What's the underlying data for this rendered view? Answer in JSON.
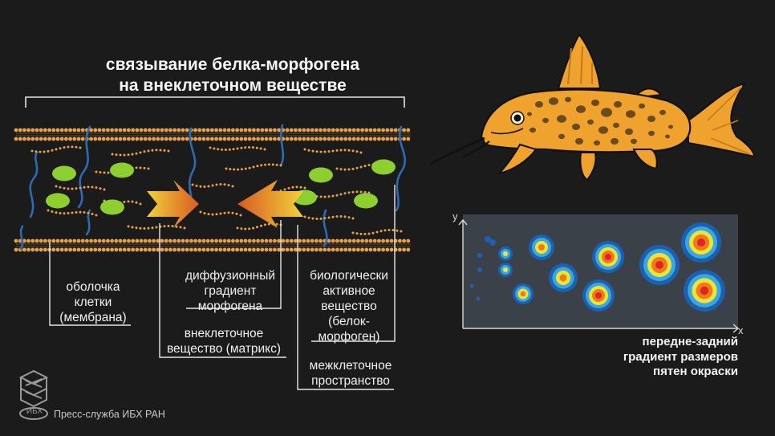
{
  "title_line1": "связывание белка-морфогена",
  "title_line2": "на внеклеточном веществе",
  "labels": {
    "membrane": [
      "оболочка",
      "клетки",
      "(мембрана)"
    ],
    "gradient": [
      "диффузионный",
      "градиент",
      "морфогена"
    ],
    "matrix": [
      "внеклеточное",
      "вещество (матрикс)"
    ],
    "bioactive": [
      "биологически",
      "активное",
      "вещество",
      "(белок-",
      "морфоген)"
    ],
    "intercellular": [
      "межклеточное",
      "пространство"
    ]
  },
  "fish_caption": [
    "передне-задний",
    "градиент размеров",
    "пятен окраски"
  ],
  "axis": {
    "x": "x",
    "y": "y"
  },
  "credit": "Пресс-служба ИБХ РАН",
  "logo_text": "ИБХ",
  "colors": {
    "background": "#1b1b1b",
    "membrane_bead": "#e8a14a",
    "morphogen_blob": "#8ccf2e",
    "fiber": "#2b6cb3",
    "fish_body": "#f0a22e",
    "fish_spot": "#6b4a1e",
    "spot_panel": "#3a4148"
  },
  "spot_rings": [
    "#1f5fb0",
    "#35a9e0",
    "#f1e334",
    "#ef7a1c",
    "#e02424"
  ]
}
